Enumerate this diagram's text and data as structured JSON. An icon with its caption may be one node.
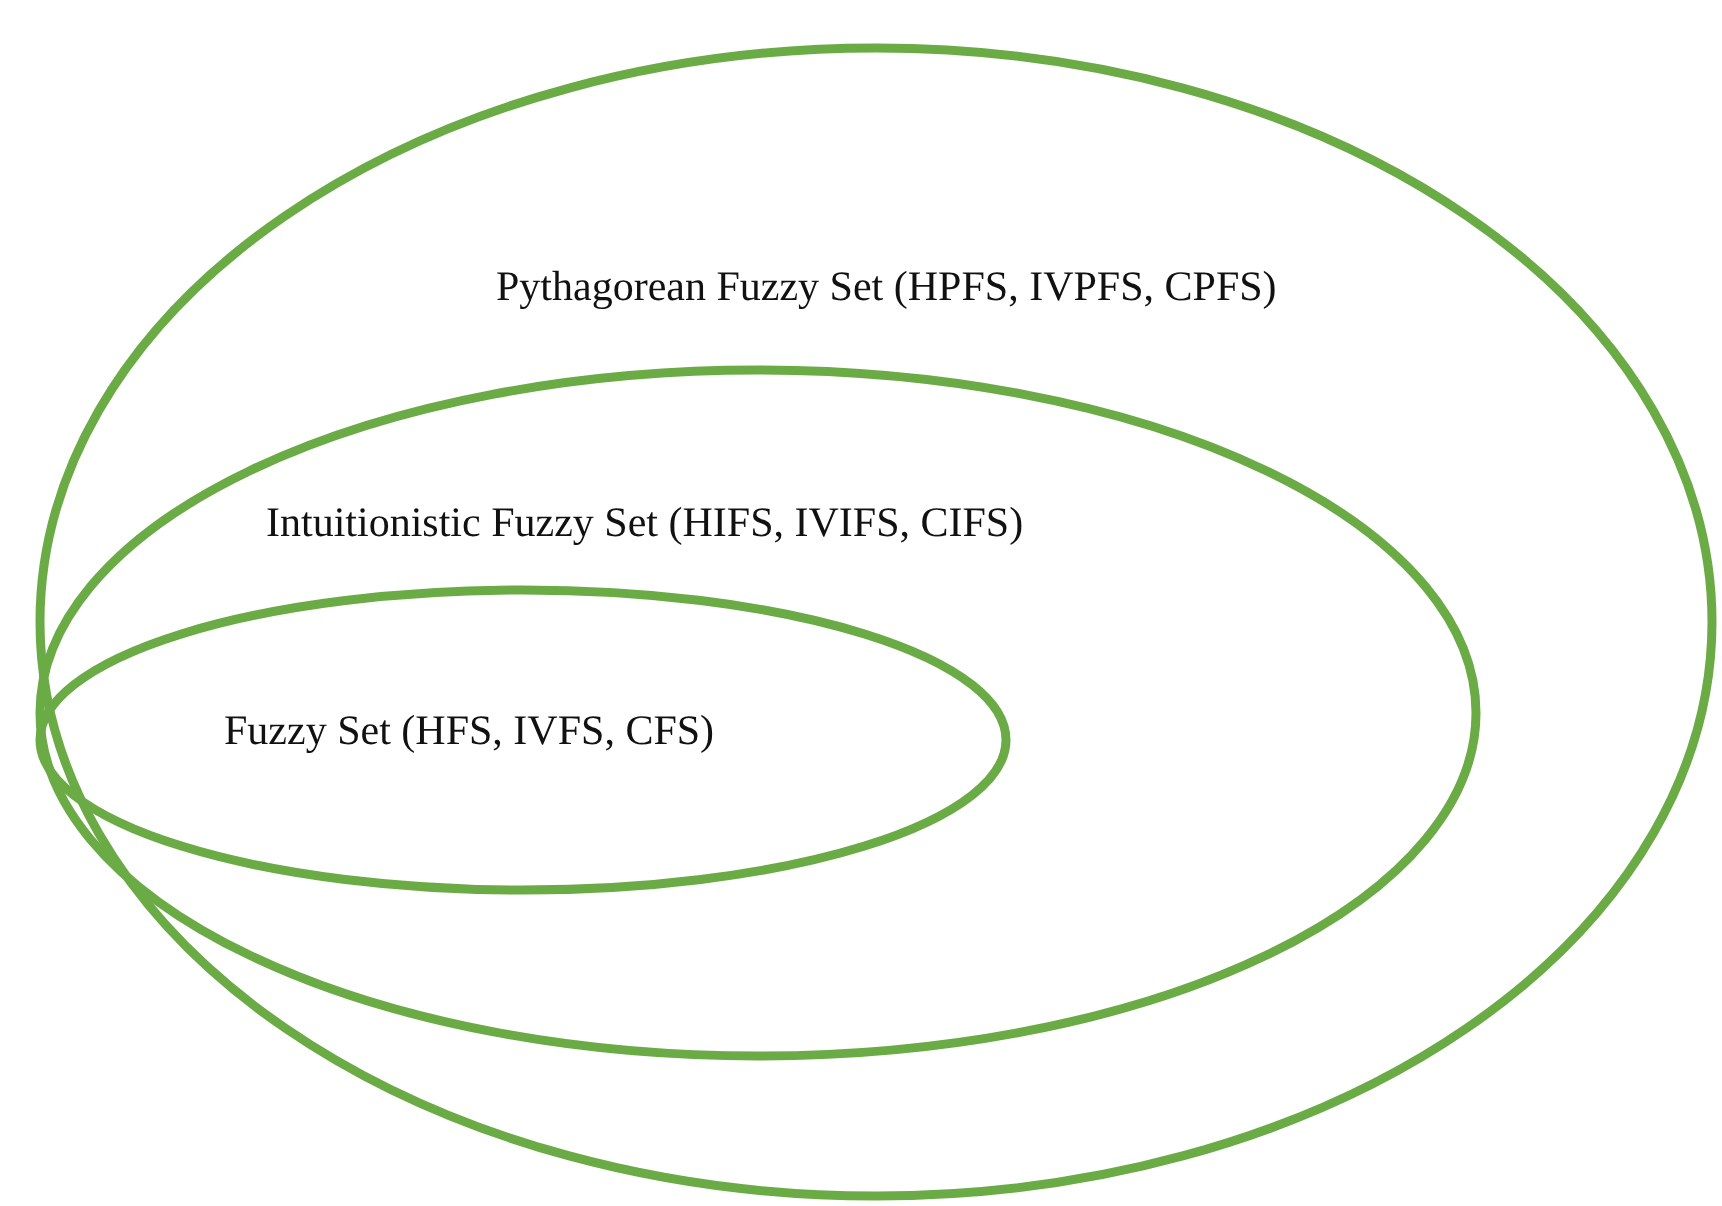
{
  "diagram": {
    "nodes": [
      {
        "text": [
          "Pythagorean Fuzzy Set (HPFS, IVPFS, CPFS)"
        ]
      },
      {
        "text": [
          "Intuitionistic Fuzzy Set (HIFS, IVIFS, CIFS)"
        ],
        "in": 0
      },
      {
        "text": [
          "Fuzzy Set (HFS, IVFS, CFS)"
        ],
        "in": 1
      }
    ]
  }
}
